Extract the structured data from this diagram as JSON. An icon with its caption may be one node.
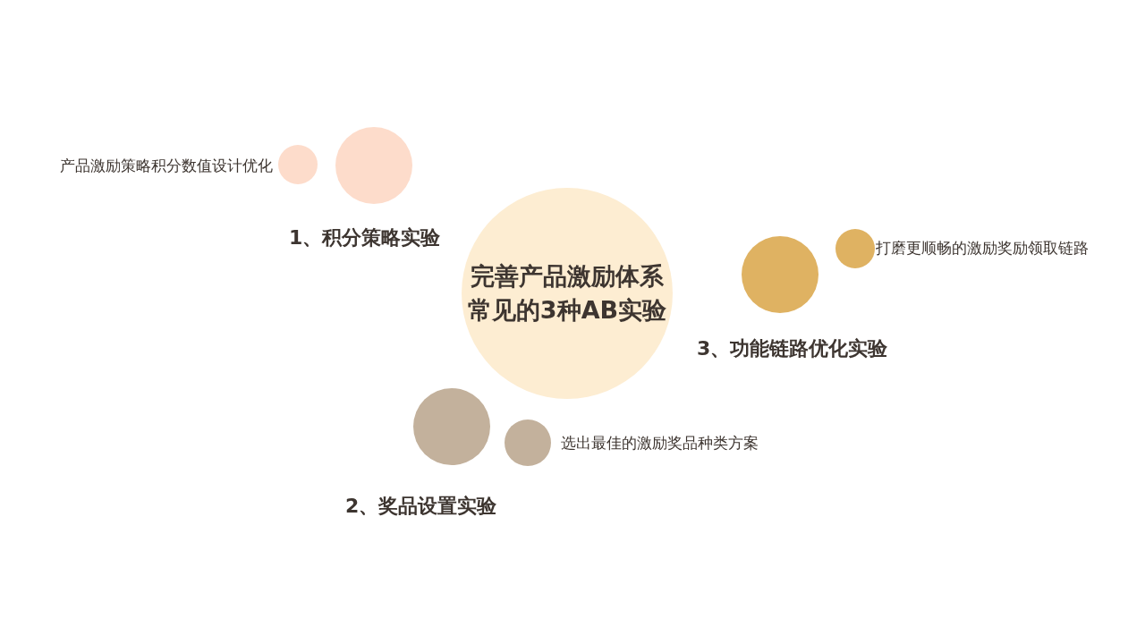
{
  "diagram": {
    "nodes": [
      {
        "text": [
          "完善产品激励体系",
          "常见的3种AB实验"
        ]
      },
      {
        "text": [],
        "shape": "circle",
        "beside": [
          "产品激励策略积分数值设计优化"
        ]
      },
      {
        "text": [],
        "shape": "circle",
        "beside": [
          "1、积分策略实验"
        ]
      },
      {
        "text": [],
        "shape": "circle",
        "beside": [
          "3、功能链路优化实验"
        ]
      },
      {
        "text": [],
        "shape": "circle",
        "beside": [
          "打磨更顺畅的激励奖励领取链路"
        ]
      },
      {
        "text": [],
        "shape": "circle",
        "beside": [
          "2、奖品设置实验"
        ]
      },
      {
        "text": [],
        "shape": "circle",
        "beside": [
          "选出最佳的激励奖品种类方案"
        ]
      }
    ],
    "edges": []
  }
}
